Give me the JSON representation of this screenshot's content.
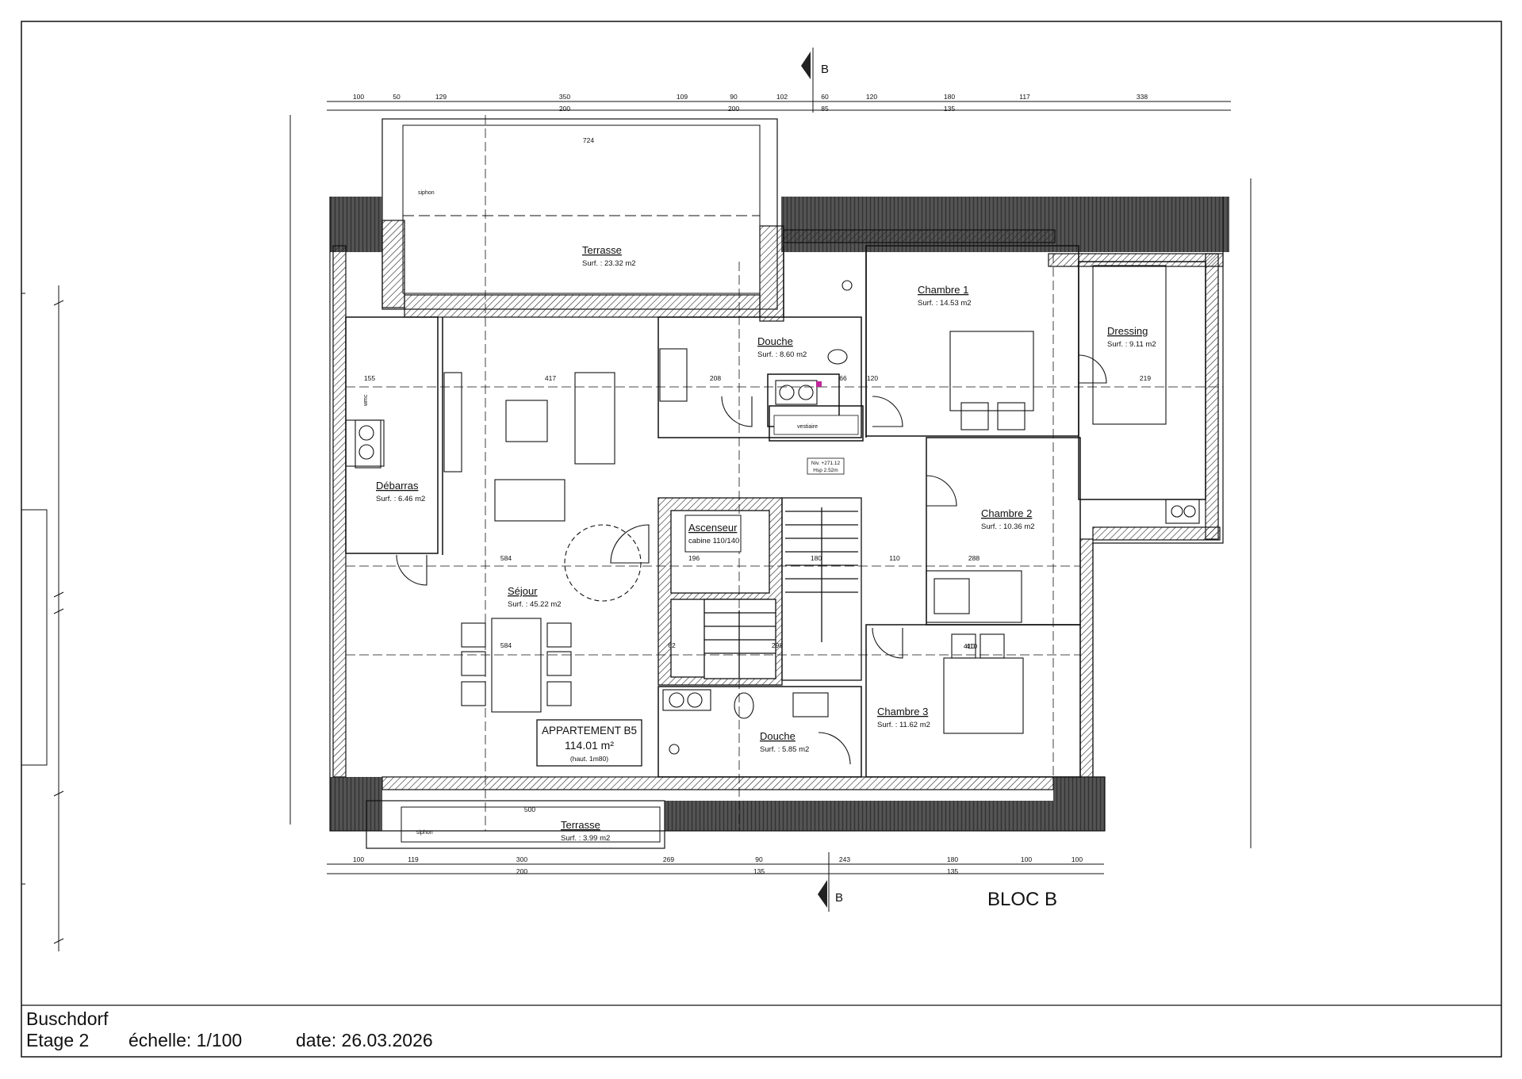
{
  "sheet": {
    "project": "Buschdorf",
    "floor": "Etage 2",
    "scale": "échelle: 1/100",
    "date": "date: 26.03.2026",
    "block": "BLOC B",
    "section_mark": "B"
  },
  "apartment": {
    "name": "APPARTEMENT B5",
    "area": "114.01 m²",
    "height": "(haut. 1m80)"
  },
  "rooms": [
    {
      "name": "Terrasse",
      "surface": "Surf. : 23.32 m2"
    },
    {
      "name": "Douche",
      "surface": "Surf. : 8.60 m2"
    },
    {
      "name": "Chambre 1",
      "surface": "Surf. : 14.53 m2"
    },
    {
      "name": "Dressing",
      "surface": "Surf. : 9.11 m2"
    },
    {
      "name": "Débarras",
      "surface": "Surf. : 6.46 m2"
    },
    {
      "name": "Ascenseur",
      "surface": "cabine 110/140"
    },
    {
      "name": "Chambre 2",
      "surface": "Surf. : 10.36 m2"
    },
    {
      "name": "Séjour",
      "surface": "Surf. : 45.22 m2"
    },
    {
      "name": "Douche",
      "surface": "Surf. : 5.85 m2"
    },
    {
      "name": "Chambre 3",
      "surface": "Surf. : 11.62 m2"
    },
    {
      "name": "Terrasse",
      "surface": "Surf. : 3.99 m2"
    }
  ],
  "small_labels": {
    "siphon": "siphon",
    "vestiaire": "vestiaire",
    "level": "Niv. +271.12",
    "height_note": "Hsp 2.52m",
    "wmc": "wmc"
  },
  "dimensions": {
    "top_row": [
      "100",
      "50",
      "129",
      "350",
      "109",
      "90",
      "102",
      "60",
      "120",
      "180",
      "117",
      "338"
    ],
    "top_sub": [
      "200",
      "200",
      "85",
      "135"
    ],
    "bottom_row": [
      "100",
      "119",
      "300",
      "269",
      "90",
      "243",
      "180",
      "100",
      "100"
    ],
    "bottom_sub": [
      "200",
      "135",
      "135"
    ],
    "interior": [
      "724",
      "417",
      "155",
      "208",
      "66",
      "584",
      "196",
      "180",
      "110",
      "288",
      "584",
      "62",
      "298",
      "219",
      "500",
      "120",
      "410",
      "410"
    ]
  }
}
